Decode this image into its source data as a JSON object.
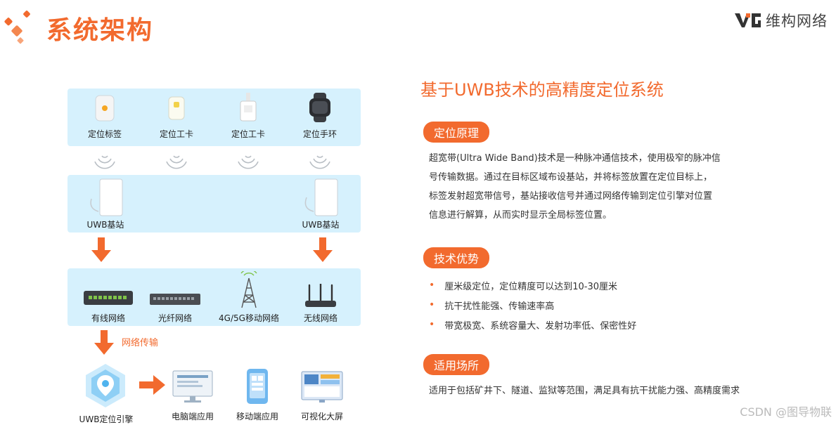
{
  "header": {
    "title": "系统架构",
    "brand_name": "维构网络"
  },
  "diagram": {
    "devices": [
      {
        "label": "定位标签",
        "icon": "tag-icon"
      },
      {
        "label": "定位工卡",
        "icon": "badge-icon"
      },
      {
        "label": "定位工卡",
        "icon": "lanyard-badge-icon"
      },
      {
        "label": "定位手环",
        "icon": "smartwatch-icon"
      }
    ],
    "base_stations": [
      {
        "label": "UWB基站"
      },
      {
        "label": "UWB基站"
      }
    ],
    "networks": [
      {
        "label": "有线网络",
        "icon": "switch-icon"
      },
      {
        "label": "光纤网络",
        "icon": "fiber-switch-icon"
      },
      {
        "label": "4G/5G移动网络",
        "icon": "cell-tower-icon"
      },
      {
        "label": "无线网络",
        "icon": "router-icon"
      }
    ],
    "transfer_label": "网络传输",
    "engine_label": "UWB定位引擎",
    "apps": [
      {
        "label": "电脑端应用",
        "icon": "monitor-icon"
      },
      {
        "label": "移动端应用",
        "icon": "mobile-icon"
      },
      {
        "label": "可视化大屏",
        "icon": "dashboard-icon"
      }
    ]
  },
  "info": {
    "heading": "基于UWB技术的高精度定位系统",
    "principle": {
      "title": "定位原理",
      "lines": [
        "超宽带(Ultra Wide Band)技术是一种脉冲通信技术，使用极窄的脉冲信",
        "号传输数据。通过在目标区域布设基站，并将标签放置在定位目标上，",
        "标签发射超宽带信号，基站接收信号并通过网络传输到定位引擎对位置",
        "信息进行解算，从而实时显示全局标签位置。"
      ]
    },
    "advantages": {
      "title": "技术优势",
      "items": [
        "厘米级定位，定位精度可以达到10-30厘米",
        "抗干扰性能强、传输速率高",
        "带宽极宽、系统容量大、发射功率低、保密性好"
      ]
    },
    "scenarios": {
      "title": "适用场所",
      "text": "适用于包括矿井下、隧道、监狱等范围，满足具有抗干扰能力强、高精度需求"
    }
  },
  "watermark": "CSDN @图导物联",
  "colors": {
    "accent": "#f26a2e",
    "panel": "#d6f1fd"
  }
}
